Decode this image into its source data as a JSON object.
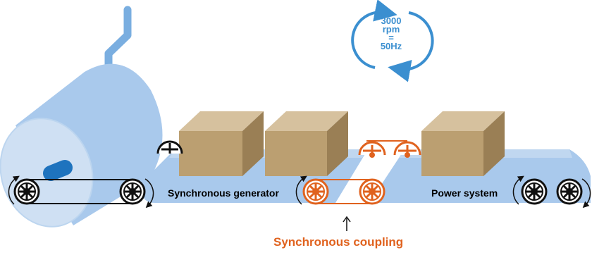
{
  "labels": {
    "generator": "Synchronous generator",
    "power_system": "Power system",
    "coupling": "Synchronous coupling"
  },
  "speed_badge": {
    "line1": "3000",
    "line2": "rpm",
    "line3": "=",
    "line4": "50Hz"
  },
  "colors": {
    "turbine_light": "#cfe0f3",
    "turbine_mid": "#a9c9ec",
    "shaft": "#7aaee0",
    "axle": "#1e73be",
    "belt": "#a9c9ec",
    "box_top": "#d6c19e",
    "box_front": "#bb9f71",
    "box_side": "#9a7f55",
    "coupling": "#e0621e",
    "wheel": "#111111",
    "rpm_blue": "#3b8fd0"
  },
  "icons": {
    "rotation": "rotation-arrow-icon",
    "up_arrow": "up-arrow-icon"
  }
}
